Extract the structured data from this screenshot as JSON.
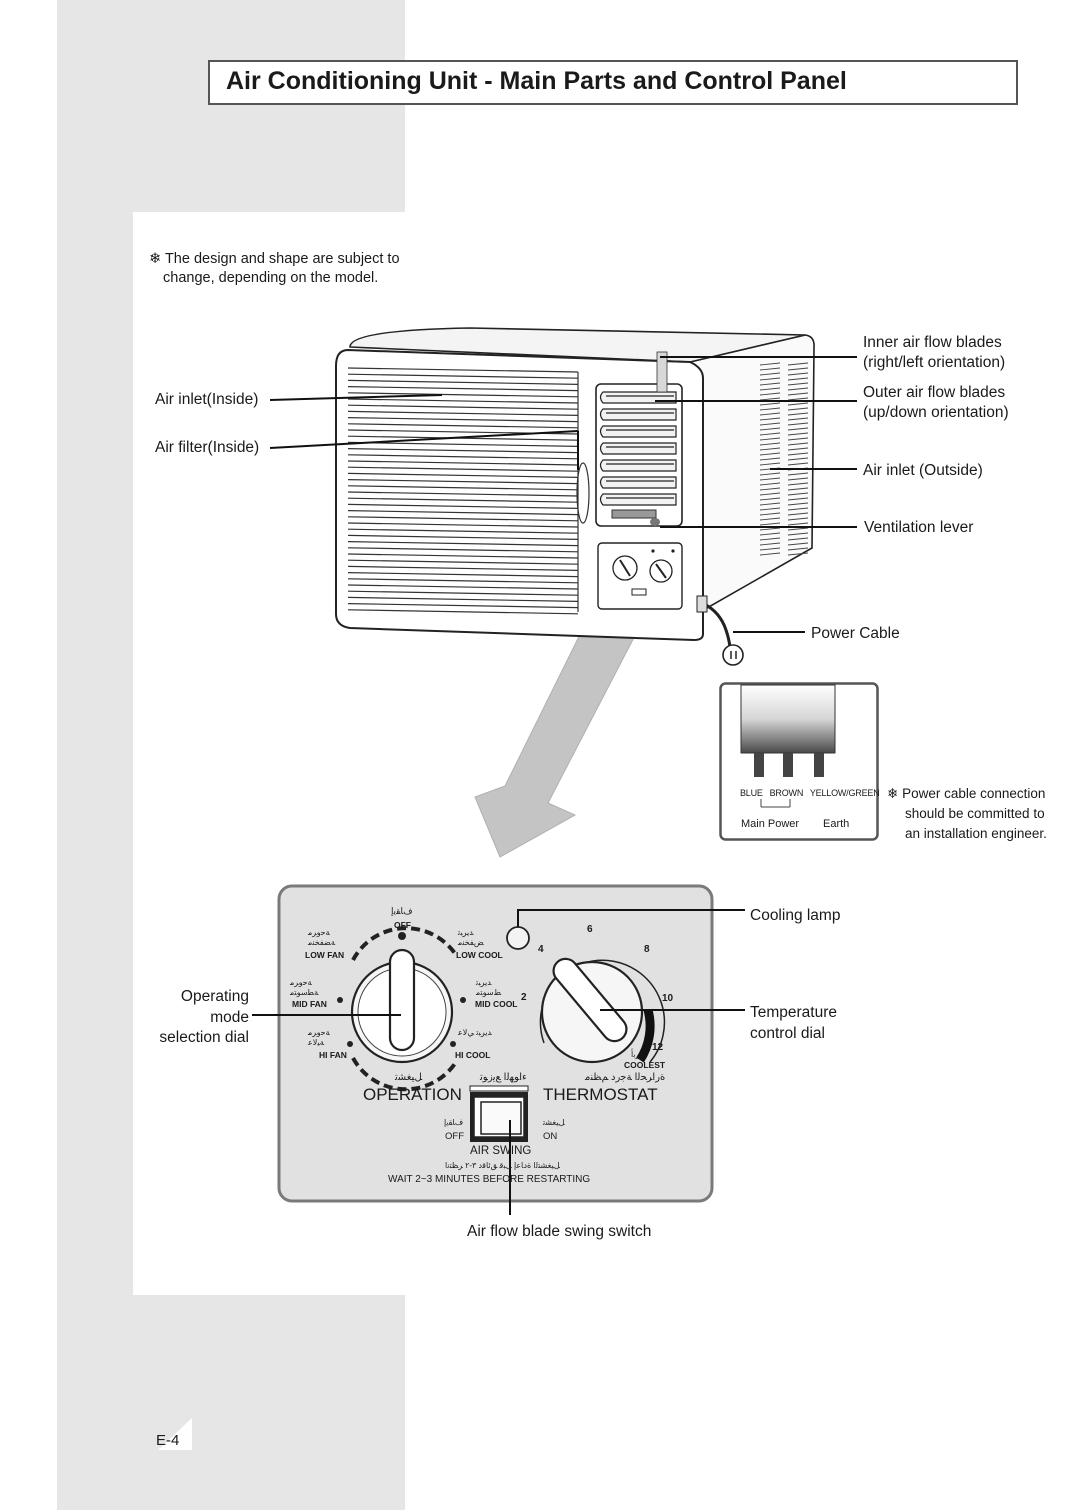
{
  "title": "Air Conditioning Unit - Main Parts and Control Panel",
  "note": {
    "symbol": "❄",
    "line1": "The design and shape are subject to",
    "line2": "change, depending on the model."
  },
  "callouts": {
    "air_inlet_inside": "Air inlet(Inside)",
    "air_filter_inside": "Air filter(Inside)",
    "inner_blades_1": "Inner air flow blades",
    "inner_blades_2": "(right/left orientation)",
    "outer_blades_1": "Outer air flow blades",
    "outer_blades_2": "(up/down orientation)",
    "air_inlet_outside": "Air inlet (Outside)",
    "ventilation_lever": "Ventilation lever",
    "power_cable": "Power Cable"
  },
  "plug": {
    "wires": [
      "BLUE",
      "BROWN",
      "YELLOW/GREEN"
    ],
    "main_power": "Main Power",
    "earth": "Earth",
    "note_symbol": "❄",
    "note_line1": "Power cable connection",
    "note_line2": "should be committed to",
    "note_line3": "an installation engineer."
  },
  "panel": {
    "cooling_lamp": "Cooling lamp",
    "operating_1": "Operating",
    "operating_2": "mode",
    "operating_3": "selection dial",
    "temp_1": "Temperature",
    "temp_2": "control dial",
    "swing_switch": "Air flow blade swing switch",
    "off": "OFF",
    "low_fan": "LOW  FAN",
    "low_cool": "LOW  COOL",
    "mid_fan": "MID  FAN",
    "mid_cool": "MID  COOL",
    "hi_fan": "HI  FAN",
    "hi_cool": "HI  COOL",
    "thermo_ticks": [
      "2",
      "4",
      "6",
      "8",
      "10",
      "12"
    ],
    "coolest": "COOLEST",
    "operation": "OPERATION",
    "thermostat": "THERMOSTAT",
    "switch_off": "OFF",
    "switch_on": "ON",
    "air_swing": "AIR SWING",
    "wait": "WAIT 2~3 MINUTES BEFORE RESTARTING",
    "ar_off": "ﻑﺎﻘﻳﺇ",
    "ar_low_fan": "ﺔﺣﻭﺮﻣ ﺔﻀﻔﺨﻨﻣ",
    "ar_low_cool": "ﺪﻳﺮﺒﺗ ﺾﻔﺨﻨﻣ",
    "ar_mid_fan": "ﺔﺣﻭﺮﻣ ﺔﻄﺳﻮﺘﻣ",
    "ar_mid_cool": "ﺪﻳﺮﺒﺗ ﻂﺳﻮﺘﻣ",
    "ar_hi_fan": "ﺔﺣﻭﺮﻣ ﺔﻴﻟﺎﻋ",
    "ar_hi_cool": "ﺪﻳﺮﺒﺗ ﻲﻟﺎﻋ",
    "ar_coolest": "ﺩﺮﺑﺃ",
    "ar_operation": "ﻞﻴﻐﺸﺗ",
    "ar_air_dist": "ﺀﺍﻮﻬﻟﺍ ﻊﻳﺯﻮﺗ",
    "ar_thermostat": "ﺓﺭﺍﺮﺤﻟﺍ ﺔﺟﺭﺩ ﻢﻈﻨﻣ",
    "ar_switch_off": "ﻑﺎﻘﻳﺇ",
    "ar_switch_on": "ﻞﻴﻐﺸﺗ",
    "ar_wait": "ﻞﻴﻐﺸﺘﻟﺍ ﺓﺩﺎﻋﺇ ﻞﺒﻗ ﻖﺋﺎﻗﺩ ٣-٢ ﺮﻈﺘﻧﺍ"
  },
  "page_number": "E-4"
}
